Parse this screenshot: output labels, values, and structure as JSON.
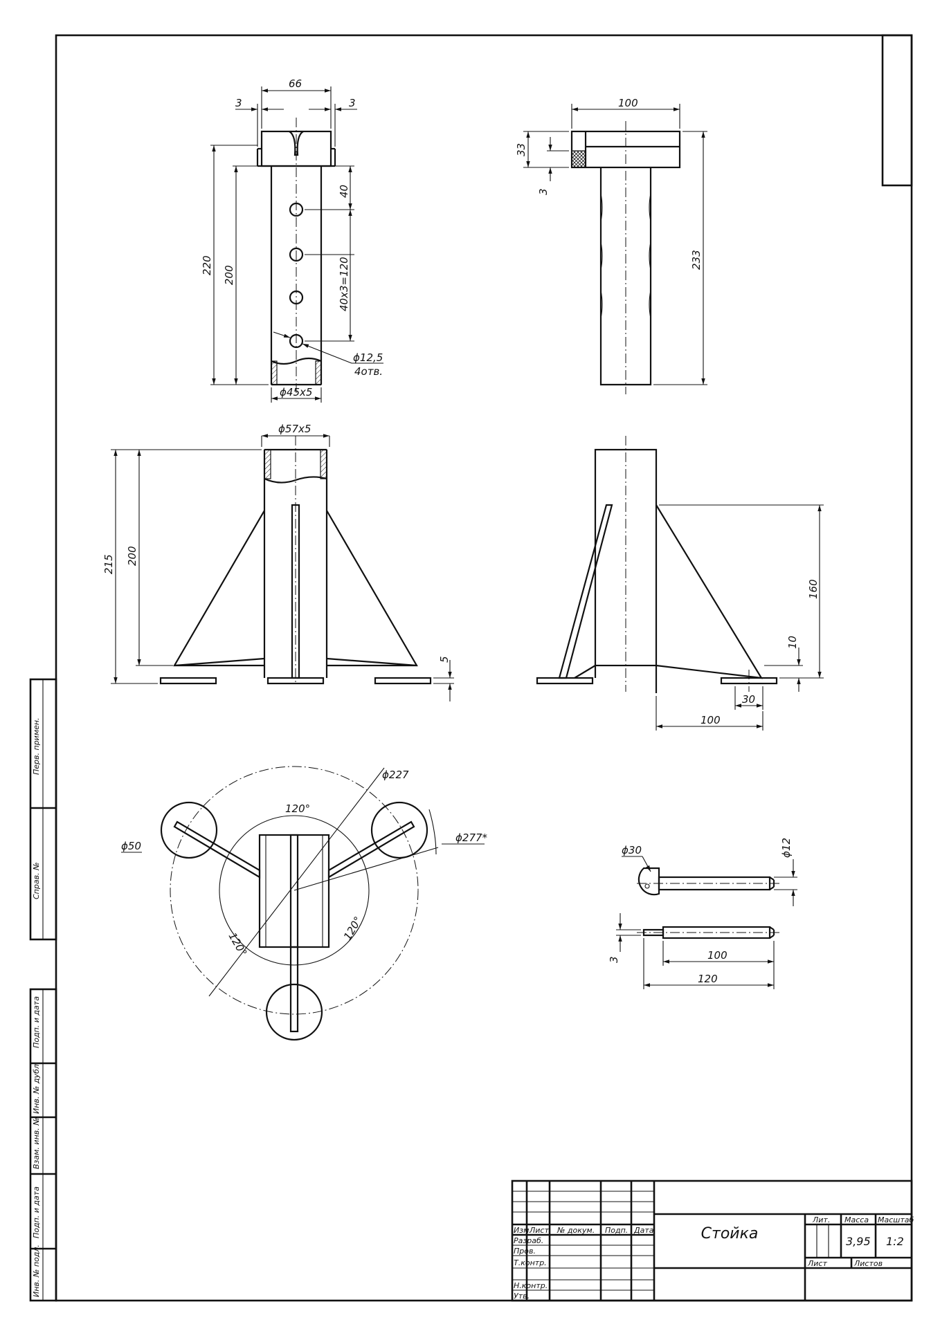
{
  "title_block": {
    "part_name": "Стойка",
    "mass": "3,95",
    "scale": "1:2",
    "headers": {
      "lit": "Лит.",
      "mass": "Масса",
      "scale": "Масштаб",
      "sheet": "Лист",
      "sheets": "Листов"
    },
    "columns": {
      "izm": "Изм.",
      "list": "Лист",
      "doc": "№ докум.",
      "sign": "Подп.",
      "date": "Дата"
    },
    "roles": {
      "razrab": "Разраб.",
      "prov": "Пров.",
      "tkontr": "Т.контр.",
      "nkontr": "Н.контр.",
      "utv": "Утв."
    }
  },
  "side_stamp": {
    "perv_primen": "Перв. примен.",
    "sprav_no": "Справ. №",
    "podp_data_1": "Подп. и дата",
    "inv_dubl": "Инв. № дубл.",
    "vzam_inv": "Взам. инв. №",
    "podp_data_2": "Подп. и дата",
    "inv_podl": "Инв. № подл."
  },
  "dimensions": {
    "top_width": "66",
    "top_gap_left": "3",
    "top_gap_right": "3",
    "height_220": "220",
    "height_200": "200",
    "pitch_40": "40",
    "pitch_total": "40x3=120",
    "hole_dia": "ϕ12,5",
    "hole_qty": "4отв.",
    "tube_small": "ϕ45x5",
    "head_width": "100",
    "head_height": "33",
    "head_plate": "3",
    "inner_length": "233",
    "tube_large": "ϕ57x5",
    "base_height_215": "215",
    "base_height_200": "200",
    "foot_thk": "5",
    "rib_height": "160",
    "rib_offset": "10",
    "foot_width": "30",
    "foot_reach": "100",
    "bolt_circle": "ϕ227",
    "pad_dia": "ϕ50",
    "outer_dia": "ϕ277*",
    "angle_top": "120°",
    "angle_left": "120°",
    "angle_right": "120°",
    "pin_head": "ϕ30",
    "pin_dia": "ϕ12",
    "pin_3": "3",
    "pin_100": "100",
    "pin_120": "120"
  }
}
